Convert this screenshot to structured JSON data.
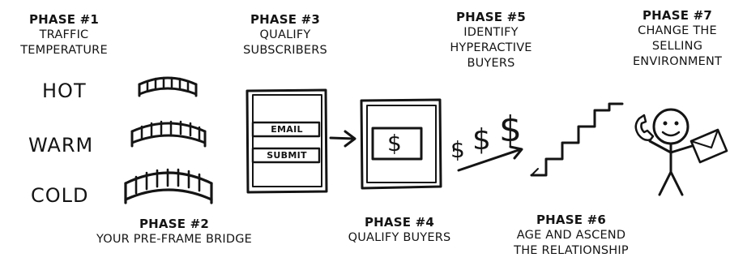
{
  "phases": [
    {
      "title": "PHASE #1",
      "lines": [
        "TRAFFIC",
        "TEMPERATURE"
      ]
    },
    {
      "title": "PHASE #2",
      "lines": [
        "YOUR PRE-FRAME BRIDGE"
      ]
    },
    {
      "title": "PHASE #3",
      "lines": [
        "QUALIFY",
        "SUBSCRIBERS"
      ]
    },
    {
      "title": "PHASE #4",
      "lines": [
        "QUALIFY BUYERS"
      ]
    },
    {
      "title": "PHASE #5",
      "lines": [
        "IDENTIFY",
        "HYPERACTIVE",
        "BUYERS"
      ]
    },
    {
      "title": "PHASE #6",
      "lines": [
        "AGE AND ASCEND",
        "THE RELATIONSHIP"
      ]
    },
    {
      "title": "PHASE #7",
      "lines": [
        "CHANGE THE",
        "SELLING",
        "ENVIRONMENT"
      ]
    }
  ],
  "temperatures": [
    "HOT",
    "WARM",
    "COLD"
  ],
  "optin_form": {
    "email_label": "EMAIL",
    "submit_label": "SUBMIT"
  },
  "sales_box": {
    "symbol": "$"
  },
  "money_symbols": [
    "$",
    "$",
    "$"
  ],
  "icons": {
    "bridges": "bridge-icon",
    "arrow": "arrow-right-icon",
    "stairs": "stairs-icon",
    "person": "stick-figure-icon",
    "phone": "phone-icon",
    "envelope": "envelope-icon"
  },
  "colors": {
    "ink": "#141414",
    "background": "#ffffff"
  }
}
